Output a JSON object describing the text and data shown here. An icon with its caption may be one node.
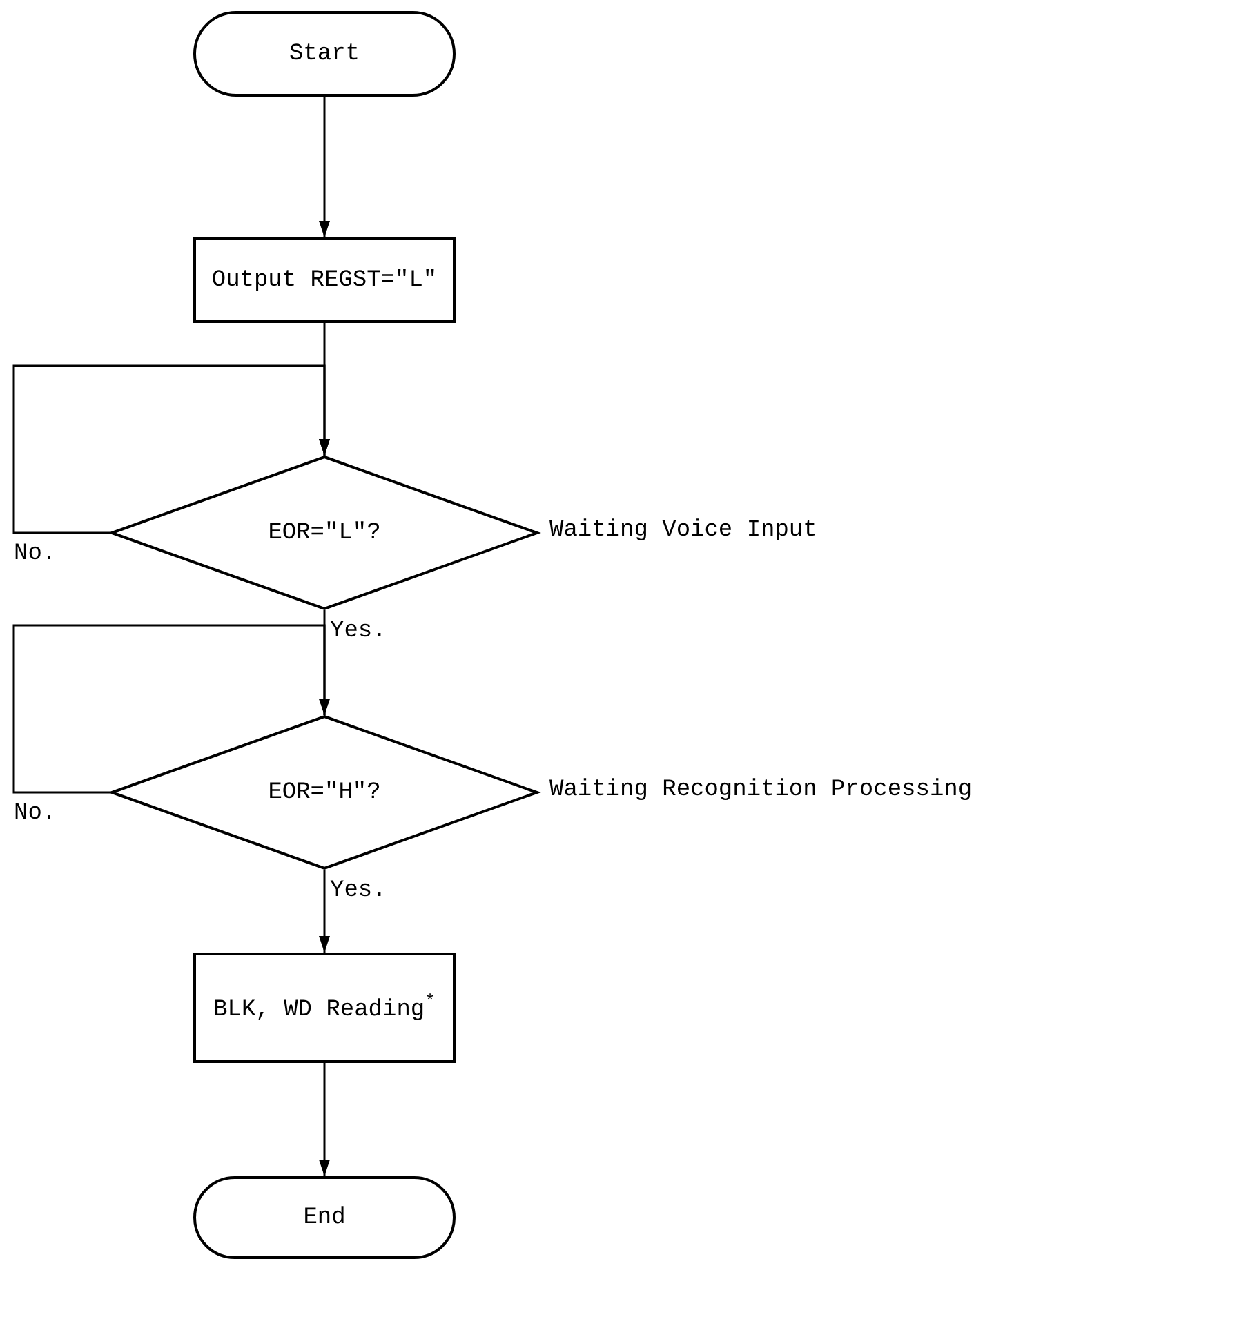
{
  "diagram": {
    "nodes": [
      {
        "text": [
          "Start"
        ]
      },
      {
        "text": [
          "Output REGST=\"L\""
        ]
      },
      {
        "text": [
          "EOR=\"L\"?"
        ],
        "beside": [
          "Waiting Voice Input"
        ]
      },
      {
        "text": [
          "EOR=\"H\"?"
        ],
        "beside": [
          "Waiting Recognition Processing"
        ]
      },
      {
        "text": [
          "BLK, WD Reading$^{*}$"
        ]
      },
      {
        "text": [
          "End"
        ]
      }
    ],
    "edges": [
      {
        "from": 0,
        "to": 1,
        "arrow": "to"
      },
      {
        "from": 1,
        "to": 2,
        "arrow": "to"
      },
      {
        "from": 2,
        "to": 2,
        "arrow": "to",
        "label": "No."
      },
      {
        "from": 2,
        "to": 3,
        "arrow": "to",
        "label": "Yes."
      },
      {
        "from": 3,
        "to": 3,
        "arrow": "to",
        "label": "No."
      },
      {
        "from": 3,
        "to": 4,
        "arrow": "to",
        "label": "Yes."
      },
      {
        "from": 4,
        "to": 5,
        "arrow": "to"
      }
    ]
  }
}
